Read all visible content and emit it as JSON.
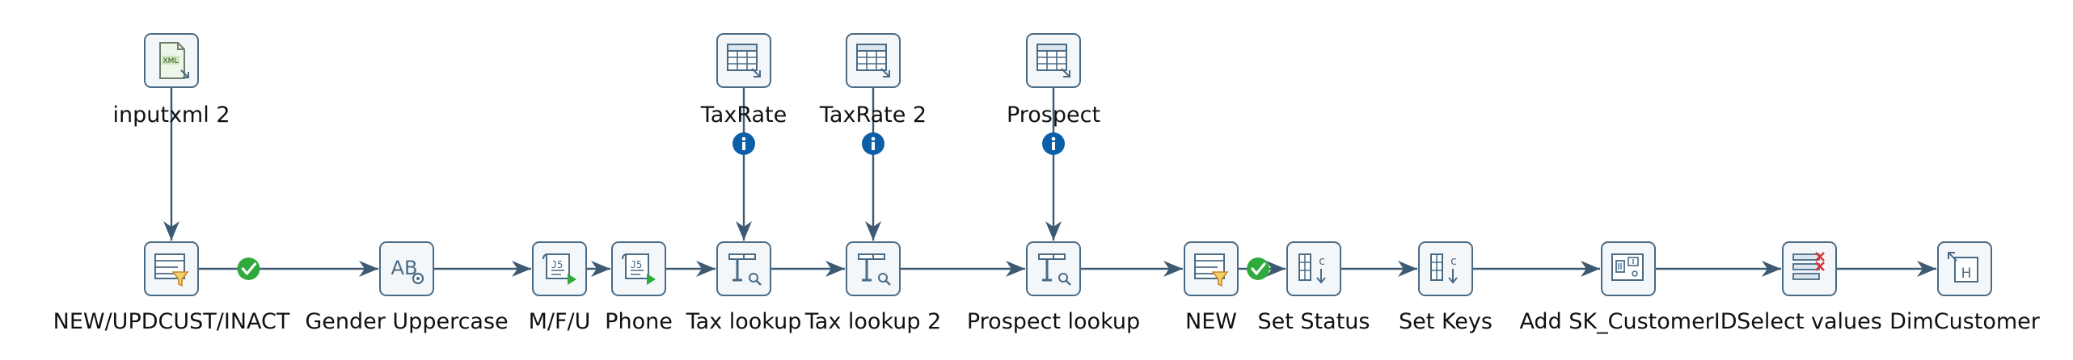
{
  "diagram": {
    "colors": {
      "hop": "#3e5a73",
      "step_border": "#4a6b86",
      "step_fill": "#f4f7fa",
      "ok": "#2eaa3c",
      "info": "#0a5fa8"
    },
    "steps": [
      {
        "id": "inputxml",
        "label": "inputxml 2",
        "icon": "xml-file-icon"
      },
      {
        "id": "taxrate",
        "label": "TaxRate",
        "icon": "table-input-icon"
      },
      {
        "id": "taxrate2",
        "label": "TaxRate 2",
        "icon": "table-input-icon"
      },
      {
        "id": "prospect",
        "label": "Prospect",
        "icon": "table-input-icon"
      },
      {
        "id": "filter1",
        "label": "NEW/UPDCUST/INACT",
        "icon": "filter-rows-icon"
      },
      {
        "id": "gender",
        "label": "Gender Uppercase",
        "icon": "string-operations-icon"
      },
      {
        "id": "mfu",
        "label": "M/F/U",
        "icon": "script-icon"
      },
      {
        "id": "phone",
        "label": "Phone",
        "icon": "script-icon"
      },
      {
        "id": "taxlookup",
        "label": "Tax lookup",
        "icon": "lookup-icon"
      },
      {
        "id": "taxlookup2",
        "label": "Tax lookup 2",
        "icon": "lookup-icon"
      },
      {
        "id": "prospectlookup",
        "label": "Prospect lookup",
        "icon": "lookup-icon"
      },
      {
        "id": "new",
        "label": "NEW",
        "icon": "filter-rows-icon"
      },
      {
        "id": "setstatus",
        "label": "Set Status",
        "icon": "set-field-value-icon"
      },
      {
        "id": "setkeys",
        "label": "Set Keys",
        "icon": "set-field-value-icon"
      },
      {
        "id": "addsk",
        "label": "Add SK_CustomerID",
        "icon": "sequence-icon"
      },
      {
        "id": "selectvalues",
        "label": "Select values",
        "icon": "select-values-icon"
      },
      {
        "id": "dimcustomer",
        "label": "DimCustomer",
        "icon": "table-output-icon"
      }
    ],
    "hops": [
      {
        "from": "inputxml",
        "to": "filter1",
        "marker": "none"
      },
      {
        "from": "filter1",
        "to": "gender",
        "marker": "ok"
      },
      {
        "from": "gender",
        "to": "mfu",
        "marker": "none"
      },
      {
        "from": "mfu",
        "to": "phone",
        "marker": "none"
      },
      {
        "from": "phone",
        "to": "taxlookup",
        "marker": "none"
      },
      {
        "from": "taxlookup",
        "to": "taxlookup2",
        "marker": "none"
      },
      {
        "from": "taxlookup2",
        "to": "prospectlookup",
        "marker": "none"
      },
      {
        "from": "prospectlookup",
        "to": "new",
        "marker": "none"
      },
      {
        "from": "new",
        "to": "setstatus",
        "marker": "ok"
      },
      {
        "from": "setstatus",
        "to": "setkeys",
        "marker": "none"
      },
      {
        "from": "setkeys",
        "to": "addsk",
        "marker": "none"
      },
      {
        "from": "addsk",
        "to": "selectvalues",
        "marker": "none"
      },
      {
        "from": "selectvalues",
        "to": "dimcustomer",
        "marker": "none"
      },
      {
        "from": "taxrate",
        "to": "taxlookup",
        "marker": "info"
      },
      {
        "from": "taxrate2",
        "to": "taxlookup2",
        "marker": "info"
      },
      {
        "from": "prospect",
        "to": "prospectlookup",
        "marker": "info"
      }
    ]
  }
}
